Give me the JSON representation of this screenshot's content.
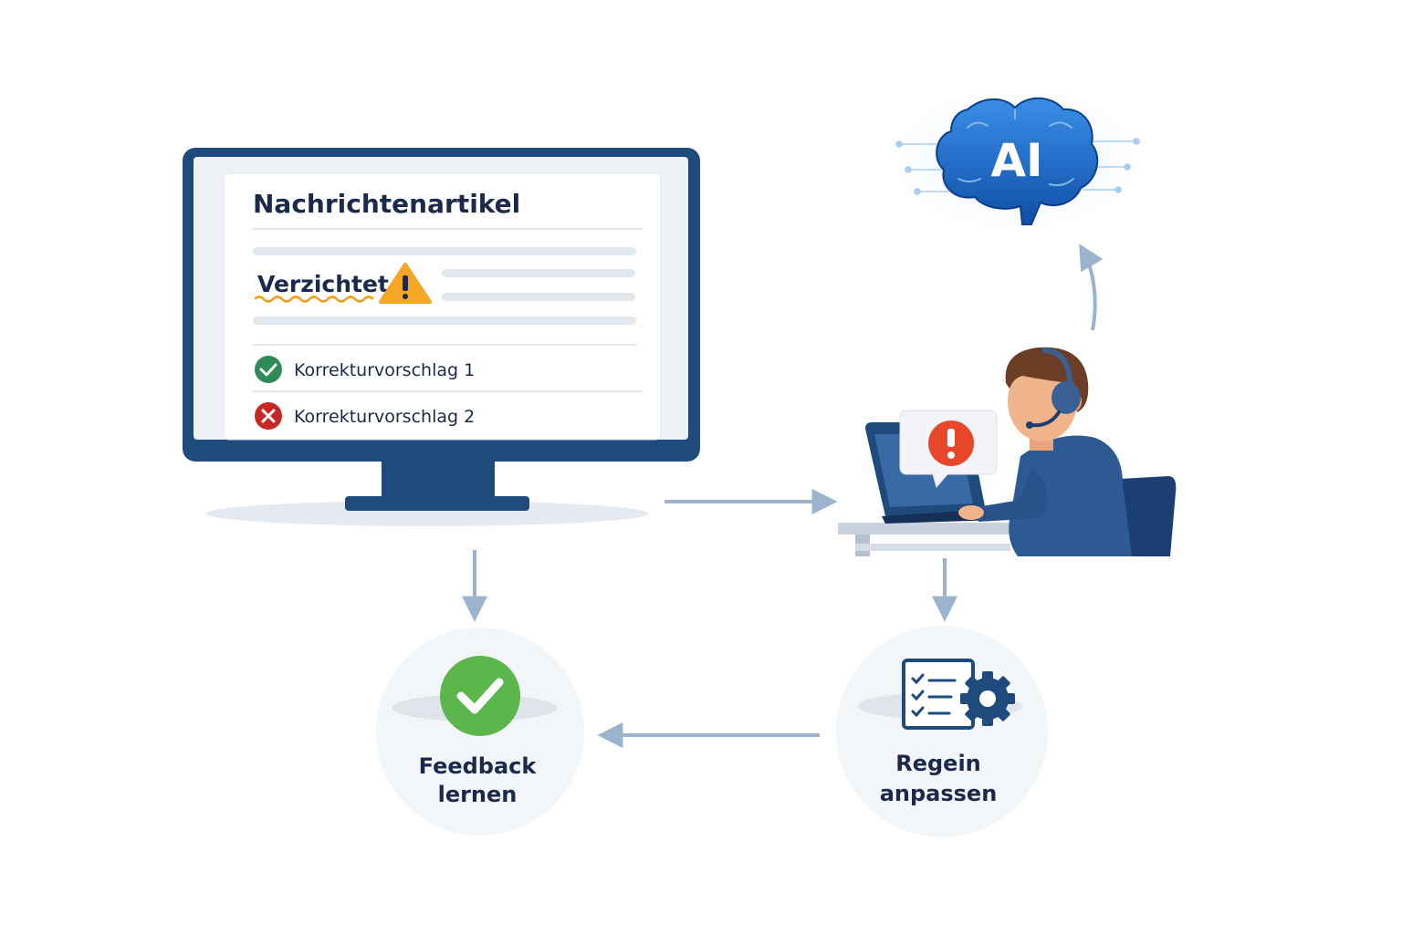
{
  "monitor": {
    "title": "Nachrichtenartikel",
    "flagged_word": "Verzichtet",
    "suggestions": [
      {
        "label": "Korrekturvorschlag 1",
        "status": "accepted"
      },
      {
        "label": "Korrekturvorschlag 2",
        "status": "rejected"
      }
    ]
  },
  "ai_badge": {
    "text": "AI"
  },
  "nodes": {
    "feedback": {
      "line1": "Feedback",
      "line2": "lernen"
    },
    "rules": {
      "line1": "Regein",
      "line2": "anpassen"
    }
  },
  "icons": {
    "warning": "warning-triangle-icon",
    "alert": "exclamation-circle-icon",
    "check": "check-circle-icon",
    "cross": "x-circle-icon",
    "rules": "checklist-gear-icon",
    "ai": "brain-ai-icon"
  },
  "colors": {
    "frame": "#1f4a7c",
    "text": "#1b2a4a",
    "warning": "#f5a623",
    "success": "#2e8b57",
    "error": "#c62828",
    "alert": "#e8472b",
    "arrow": "#9bb3cc",
    "ai": "#1e6fd0",
    "check_green": "#5bb64b"
  }
}
